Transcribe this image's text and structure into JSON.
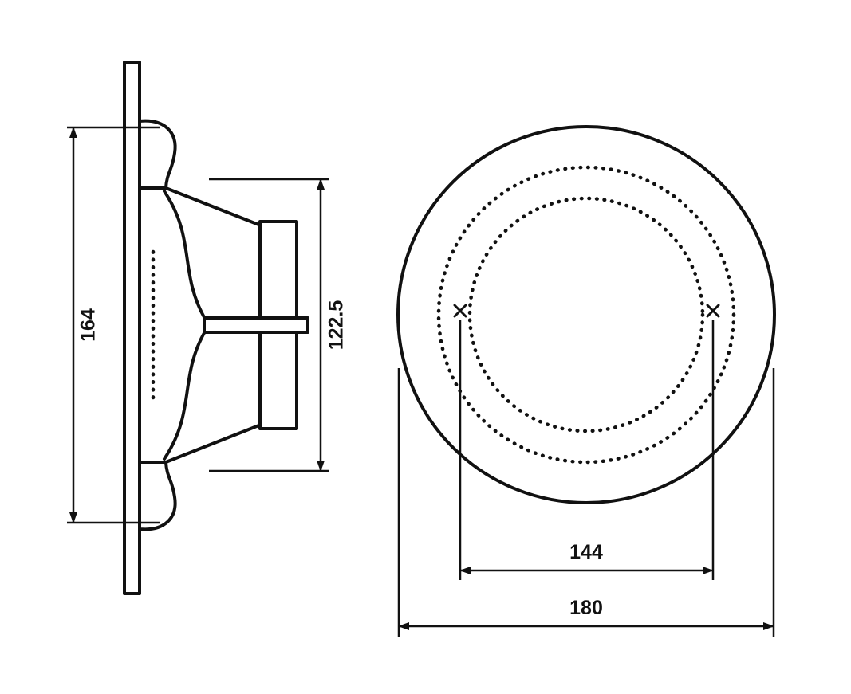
{
  "dimensions": {
    "side_height": "164",
    "side_depth": "122.5",
    "hole_spacing": "144",
    "outer_diameter": "180"
  },
  "colors": {
    "line": "#111111",
    "background": "#ffffff"
  }
}
